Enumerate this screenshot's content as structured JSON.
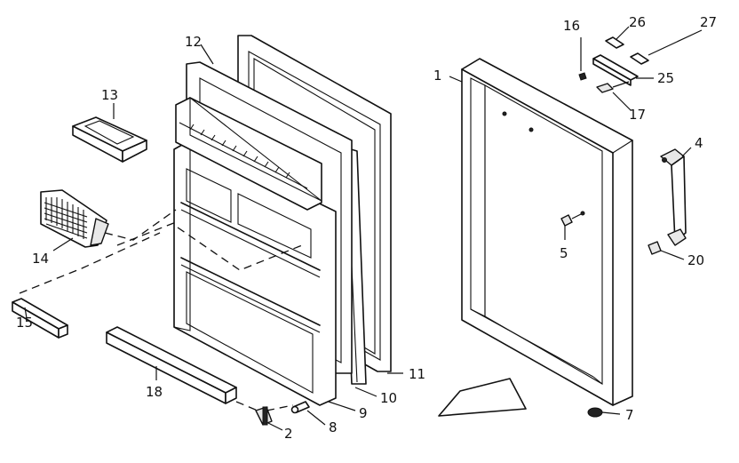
{
  "callouts": {
    "c1": "1",
    "c2": "2",
    "c4": "4",
    "c5": "5",
    "c7": "7",
    "c8": "8",
    "c9": "9",
    "c10": "10",
    "c11": "11",
    "c12": "12",
    "c13": "13",
    "c14": "14",
    "c15": "15",
    "c16": "16",
    "c17": "17",
    "c18": "18",
    "c20": "20",
    "c25": "25",
    "c26": "26",
    "c27": "27"
  }
}
